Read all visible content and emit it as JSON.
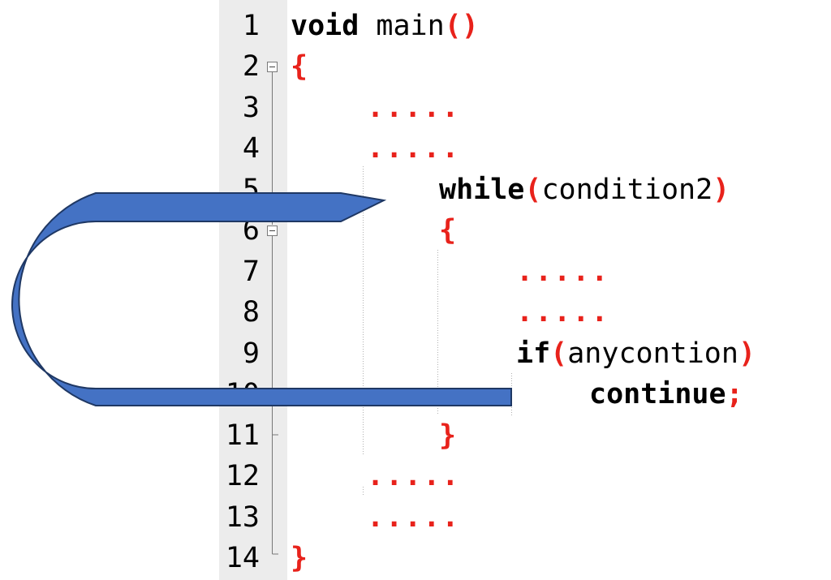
{
  "line_numbers": [
    "1",
    "2",
    "3",
    "4",
    "5",
    "6",
    "7",
    "8",
    "9",
    "10",
    "11",
    "12",
    "13",
    "14"
  ],
  "code": {
    "l1": {
      "kw": "void",
      "name": " main",
      "paren": "()"
    },
    "l2": {
      "brace": "{"
    },
    "l3": {
      "dots": "....."
    },
    "l4": {
      "dots": "....."
    },
    "l5": {
      "kw": "while",
      "open": "(",
      "cond": "condition2",
      "close": ")"
    },
    "l6": {
      "brace": "{"
    },
    "l7": {
      "dots": "....."
    },
    "l8": {
      "dots": "....."
    },
    "l9": {
      "kw": "if",
      "open": "(",
      "cond": "anycontion",
      "close": ")"
    },
    "l10": {
      "kw": "continue",
      "semi": ";"
    },
    "l11": {
      "brace": "}"
    },
    "l12": {
      "dots": "....."
    },
    "l13": {
      "dots": "....."
    },
    "l14": {
      "brace": "}"
    }
  },
  "colors": {
    "arrow_fill": "#4472c4",
    "arrow_stroke": "#1f3864",
    "symbol_red": "#e8221b",
    "gutter": "#ececec"
  }
}
